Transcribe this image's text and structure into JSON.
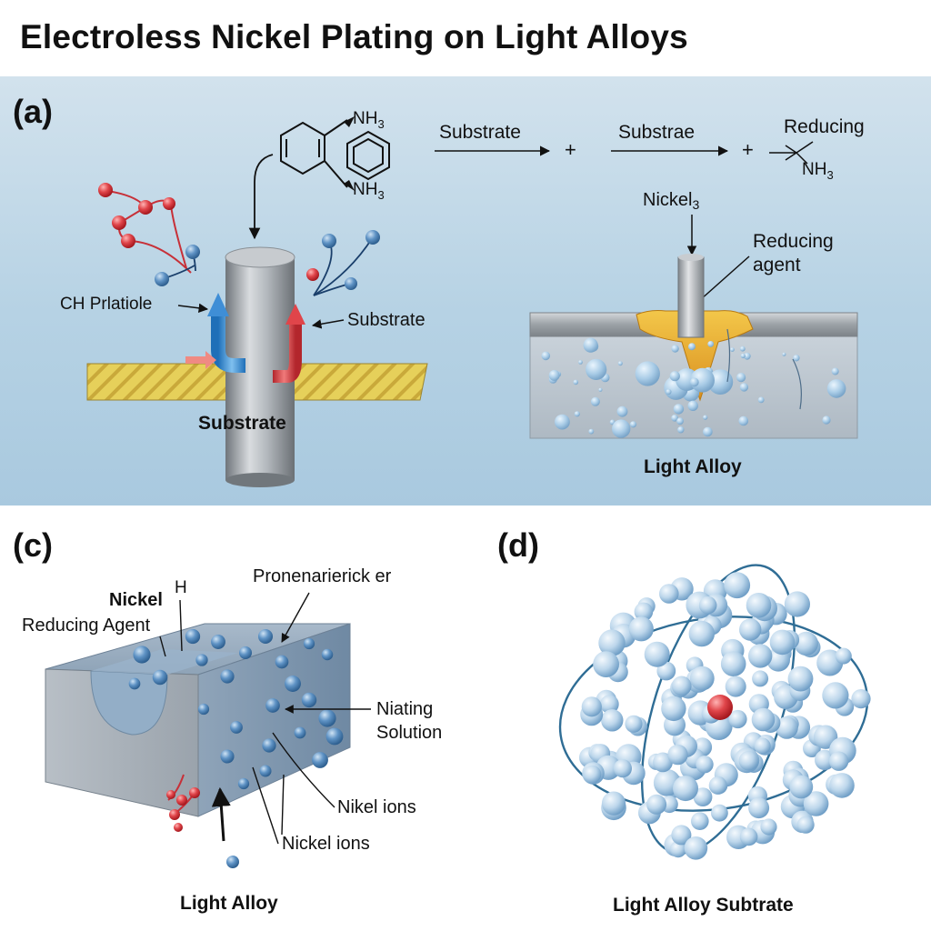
{
  "title": "Electroless Nickel Plating on Light Alloys",
  "panel_a": {
    "label": "(a)",
    "nh3_top": "NH",
    "nh3_top_sub": "3",
    "nh3_bottom": "NH",
    "nh3_bottom_sub": "3",
    "ch_particle": "CH Prlatiole",
    "substrate_right": "Substrate",
    "substrate_bottom": "Substrate",
    "eq_substrate1": "Substrate",
    "eq_plus1": "+",
    "eq_substrate2": "Substrae",
    "eq_plus2": "+",
    "eq_reducing": "Reducing",
    "eq_nh3": "NH",
    "eq_nh3_sub": "3",
    "nickel": "Nickel",
    "nickel_sub": "3",
    "reducing_agent": "Reducing\nagent",
    "light_alloy": "Light Alloy"
  },
  "panel_c": {
    "label": "(c)",
    "nickel": "Nickel",
    "h": "H",
    "reducing_agent": "Reducing Agent",
    "pronenarier": "Pronenarierick er",
    "niating_solution": "Niating\nSolution",
    "nikel_ions": "Nikel ions",
    "nickel_ions": "Nickel ions",
    "light_alloy": "Light Alloy"
  },
  "panel_d": {
    "label": "(d)",
    "caption": "Light Alloy Subtrate"
  },
  "colors": {
    "ion_blue": "#5b8fc2",
    "particle_red": "#d9363e",
    "cylinder_gray": "#9aa0a6",
    "substrate_gold": "#e4cc55",
    "deposit_orange": "#e8a92a",
    "atom_blue": "#b7d4ea"
  }
}
